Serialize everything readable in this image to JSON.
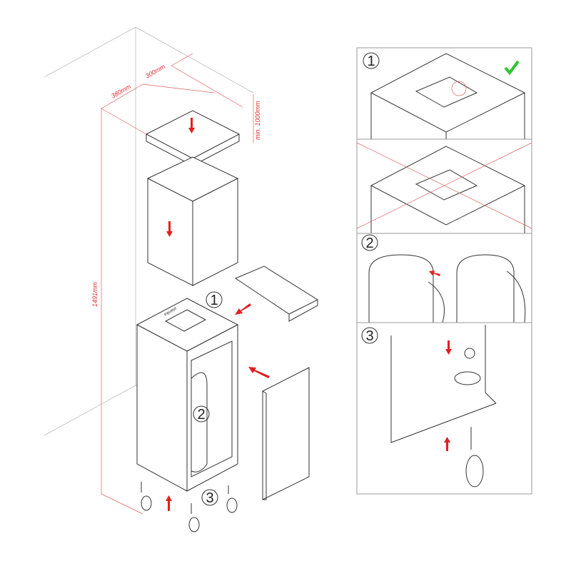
{
  "dimensions": {
    "depth": "380mm",
    "width": "300mm",
    "clearance": "min. 1000mm",
    "height": "1491mm"
  },
  "brand": "planika",
  "steps": {
    "main_1": "1",
    "main_2": "2",
    "main_3": "3",
    "detail_1": "1",
    "detail_2": "2",
    "detail_3": "3"
  },
  "colors": {
    "arrow": "#e41e1e",
    "dimension": "#e03030",
    "check": "#2ec62e"
  },
  "icons": [
    "down-arrow-icon",
    "left-arrow-icon",
    "up-arrow-icon",
    "check-icon"
  ]
}
